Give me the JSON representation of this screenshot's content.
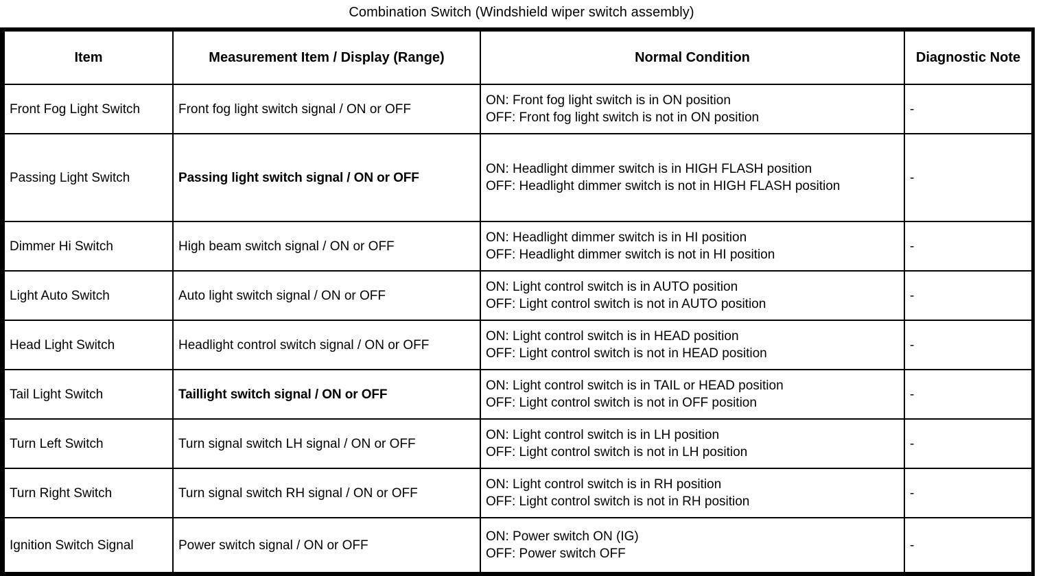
{
  "caption": "Combination Switch (Windshield wiper switch assembly)",
  "table": {
    "columns": [
      {
        "key": "item",
        "label": "Item"
      },
      {
        "key": "meas",
        "label": "Measurement Item / Display (Range)"
      },
      {
        "key": "cond",
        "label": "Normal Condition"
      },
      {
        "key": "note",
        "label": "Diagnostic Note"
      }
    ],
    "rows": [
      {
        "item": "Front Fog Light Switch",
        "meas": "Front fog light switch signal / ON or OFF",
        "cond_on": "ON: Front fog light switch is in ON position",
        "cond_off": "OFF: Front fog light switch is not in ON position",
        "note": "-"
      },
      {
        "item": "Passing Light Switch",
        "meas": "Passing light switch signal / ON or OFF",
        "cond_on": "ON: Headlight dimmer switch is in HIGH FLASH position",
        "cond_off": "OFF: Headlight dimmer switch is not in HIGH FLASH position",
        "note": "-"
      },
      {
        "item": "Dimmer Hi Switch",
        "meas": "High beam switch signal / ON or OFF",
        "cond_on": "ON: Headlight dimmer switch is in HI position",
        "cond_off": "OFF: Headlight dimmer switch is not in HI position",
        "note": "-"
      },
      {
        "item": "Light Auto Switch",
        "meas": "Auto light switch signal / ON or OFF",
        "cond_on": "ON: Light control switch is in AUTO position",
        "cond_off": "OFF: Light control switch is not in AUTO position",
        "note": "-"
      },
      {
        "item": "Head Light Switch",
        "meas": "Headlight control switch signal / ON or OFF",
        "cond_on": "ON: Light control switch is in HEAD position",
        "cond_off": "OFF: Light control switch is not in HEAD position",
        "note": "-"
      },
      {
        "item": "Tail Light Switch",
        "meas": "Taillight switch signal / ON or OFF",
        "cond_on": "ON: Light control switch is in TAIL or HEAD position",
        "cond_off": "OFF: Light control switch is not in OFF position",
        "note": "-"
      },
      {
        "item": "Turn Left Switch",
        "meas": "Turn signal switch LH signal / ON or OFF",
        "cond_on": "ON: Light control switch is in LH position",
        "cond_off": "OFF: Light control switch is not in LH position",
        "note": "-"
      },
      {
        "item": "Turn Right Switch",
        "meas": "Turn signal switch RH signal / ON or OFF",
        "cond_on": "ON: Light control switch is in RH position",
        "cond_off": "OFF: Light control switch is not in RH position",
        "note": "-"
      },
      {
        "item": "Ignition Switch Signal",
        "meas": "Power switch signal / ON or OFF",
        "cond_on": "ON: Power switch ON (IG)",
        "cond_off": "OFF: Power switch OFF",
        "note": "-"
      }
    ]
  },
  "colors": {
    "text": "#000000",
    "background": "#ffffff",
    "border": "#000000"
  }
}
